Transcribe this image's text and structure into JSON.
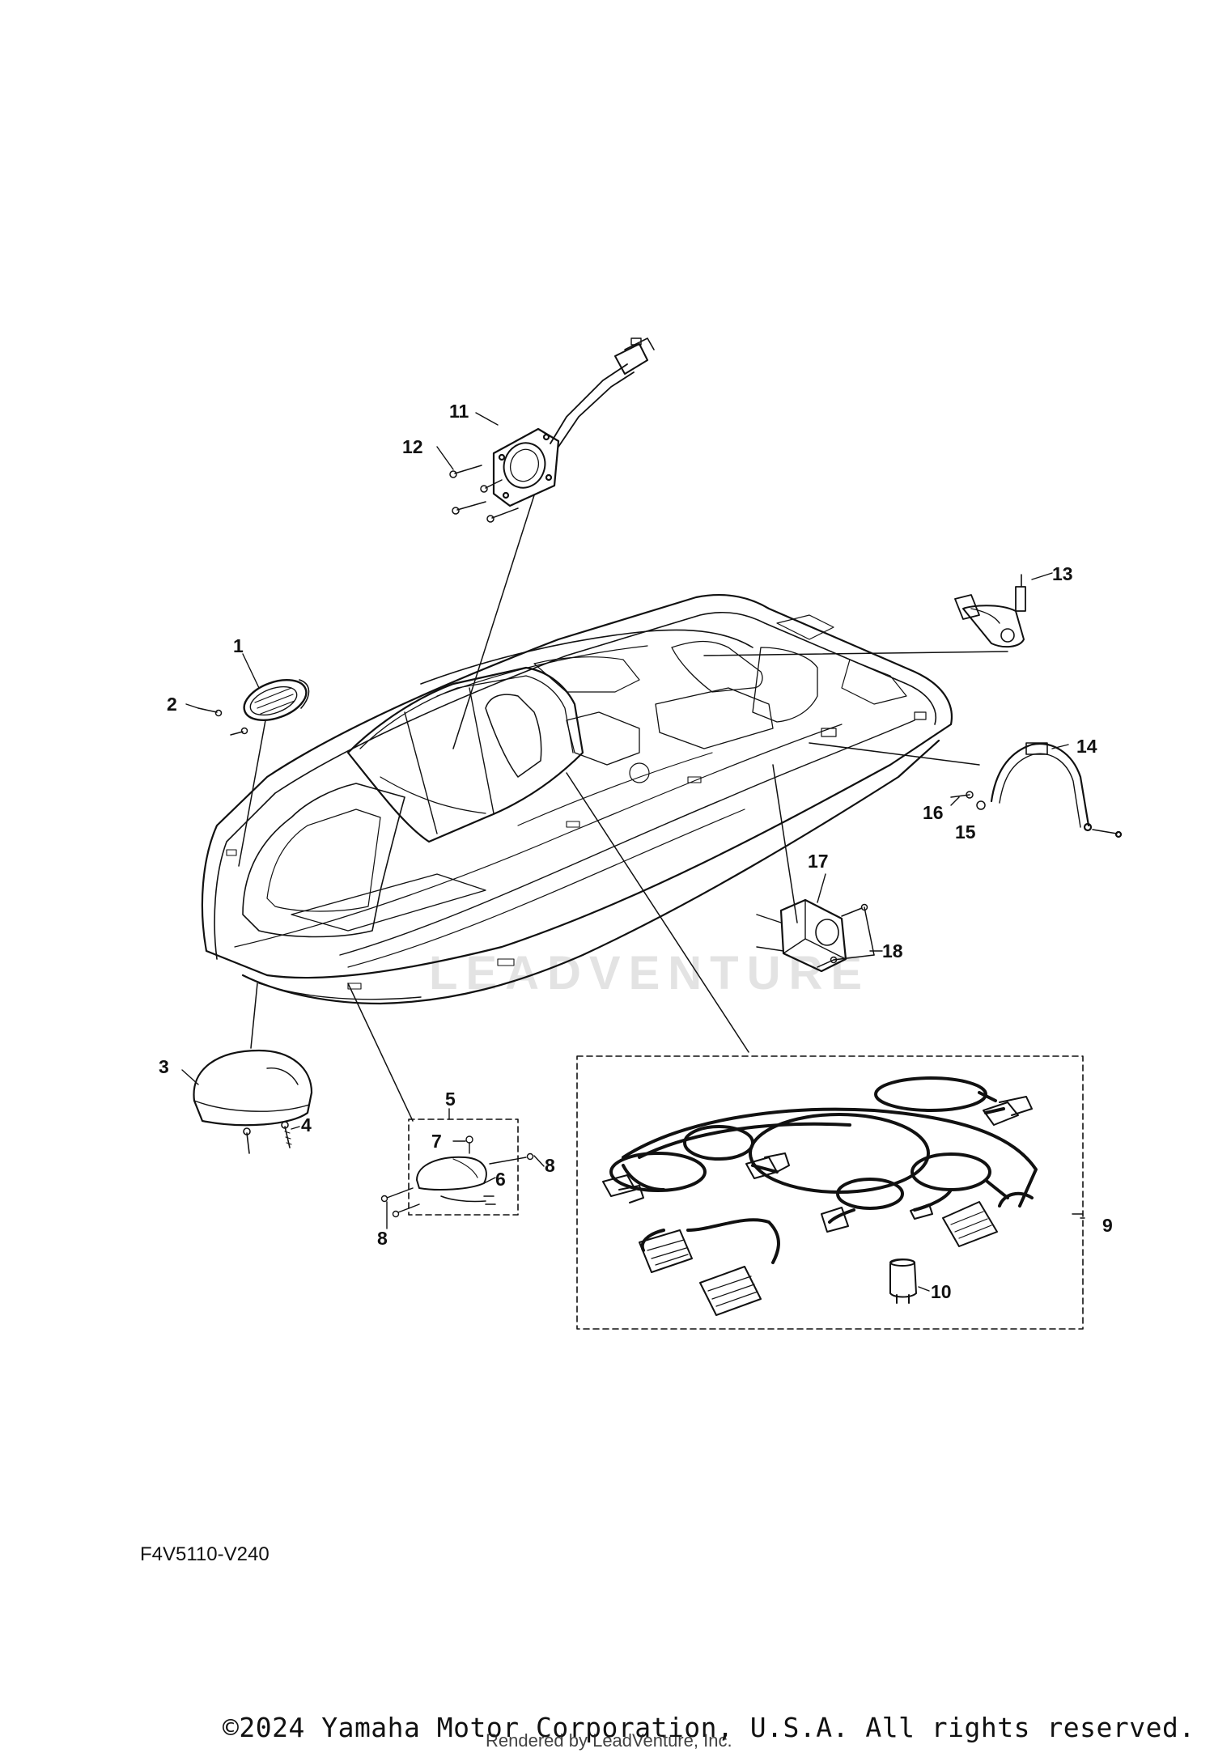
{
  "diagram": {
    "watermark": "LEADVENTURE",
    "part_code": "F4V5110-V240",
    "copyright": "©2024 Yamaha Motor Corporation, U.S.A. All rights reserved.",
    "rendered_by": "Rendered by LeadVenture, Inc.",
    "callouts": {
      "c1": "1",
      "c2": "2",
      "c3": "3",
      "c4": "4",
      "c5": "5",
      "c6": "6",
      "c7": "7",
      "c8a": "8",
      "c8b": "8",
      "c9": "9",
      "c10": "10",
      "c11": "11",
      "c12": "12",
      "c13": "13",
      "c14": "14",
      "c15": "15",
      "c16": "16",
      "c17": "17",
      "c18": "18"
    }
  }
}
